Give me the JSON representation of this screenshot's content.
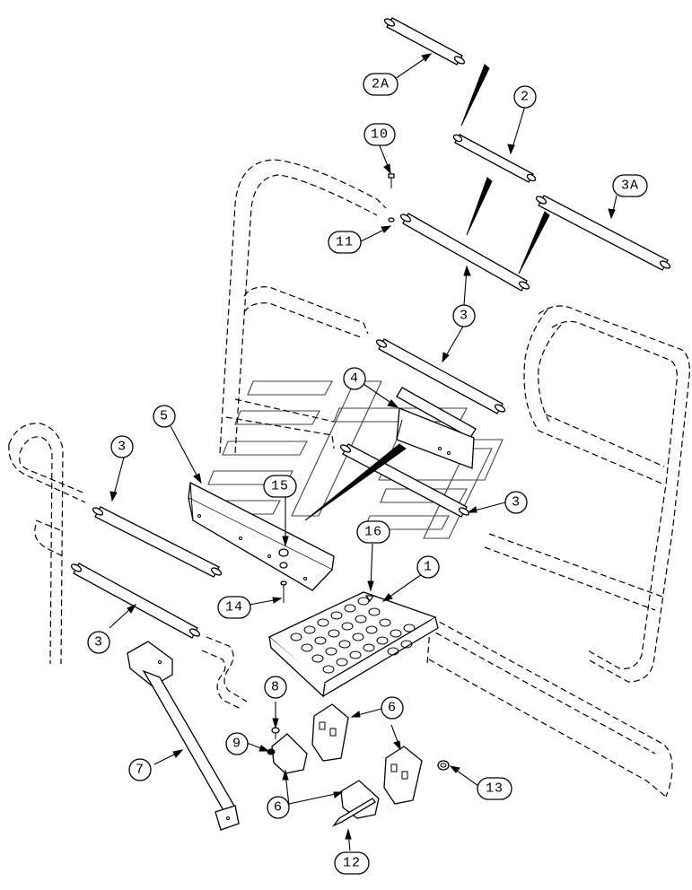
{
  "callouts": [
    {
      "id": "c-2a",
      "label": "2A"
    },
    {
      "id": "c-2",
      "label": "2"
    },
    {
      "id": "c-3a",
      "label": "3A"
    },
    {
      "id": "c-10",
      "label": "10"
    },
    {
      "id": "c-11",
      "label": "11"
    },
    {
      "id": "c-3-top",
      "label": "3"
    },
    {
      "id": "c-4",
      "label": "4"
    },
    {
      "id": "c-5",
      "label": "5"
    },
    {
      "id": "c-3-left-upper",
      "label": "3"
    },
    {
      "id": "c-15",
      "label": "15"
    },
    {
      "id": "c-3-right",
      "label": "3"
    },
    {
      "id": "c-16",
      "label": "16"
    },
    {
      "id": "c-1",
      "label": "1"
    },
    {
      "id": "c-14",
      "label": "14"
    },
    {
      "id": "c-3-left-lower",
      "label": "3"
    },
    {
      "id": "c-8",
      "label": "8"
    },
    {
      "id": "c-6-upper",
      "label": "6"
    },
    {
      "id": "c-9",
      "label": "9"
    },
    {
      "id": "c-7",
      "label": "7"
    },
    {
      "id": "c-13",
      "label": "13"
    },
    {
      "id": "c-6-lower",
      "label": "6"
    },
    {
      "id": "c-12",
      "label": "12"
    }
  ]
}
